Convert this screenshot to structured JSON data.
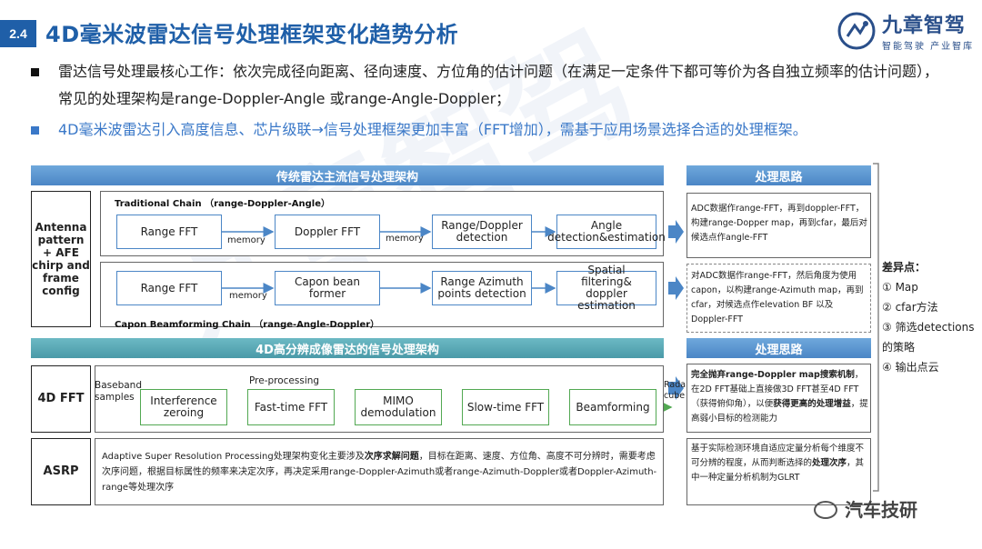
{
  "header": {
    "section_number": "2.4",
    "title": "4D毫米波雷达信号处理框架变化趋势分析",
    "logo_brand": "九章智驾",
    "logo_slogan": "智能驾驶 产业智库"
  },
  "bullets": [
    "雷达信号处理最核心工作：依次完成径向距离、径向速度、方位角的估计问题（在满足一定条件下都可等价为各自独立频率的估计问题），常见的处理架构是range-Doppler-Angle 或range-Angle-Doppler；",
    "4D毫米波雷达引入高度信息、芯片级联→信号处理框架更加丰富（FFT增加），需基于应用场景选择合适的处理框架。"
  ],
  "traditional": {
    "bar_title": "传统雷达主流信号处理架构",
    "side_title": "处理思路",
    "left_label": "Antenna pattern + AFE chirp and frame config",
    "chain1_title": "Traditional Chain （range-Doppler-Angle）",
    "chain1": [
      "Range FFT",
      "Doppler FFT",
      "Range/Doppler detection",
      "Angle detection&estimation"
    ],
    "chain1_mem": [
      "memory",
      "memory"
    ],
    "chain2_title": "Capon Beamforming Chain （range-Angle-Doppler）",
    "chain2": [
      "Range FFT",
      "Capon bean former",
      "Range Azimuth points detection",
      "Spatial filtering& doppler estimation"
    ],
    "chain2_mem": [
      "memory"
    ],
    "note1": "ADC数据作range-FFT，再到doppler-FFT，构建range-Dopper map，再到cfar，最后对候选点作angle-FFT",
    "note2": "对ADC数据作range-FFT，然后角度为使用capon，以构建range-Azimuth map，再到cfar，对候选点作elevation BF 以及Doppler-FFT"
  },
  "differences": {
    "title": "差异点：",
    "items": [
      "① Map",
      "② cfar方法",
      "③ 筛选detections的策略",
      "④ 输出点云"
    ]
  },
  "fourd": {
    "bar_title": "4D高分辨成像雷达的信号处理架构",
    "side_title": "处理思路",
    "label_4dfft": "4D FFT",
    "label_asrp": "ASRP",
    "input_label": "Baseband samples",
    "preproc_label": "Pre-processing",
    "output_label": "Radar cube",
    "chain": [
      "Interference zeroing",
      "Fast-time FFT",
      "MIMO demodulation",
      "Slow-time FFT",
      "Beamforming"
    ],
    "note_4dfft_bold1": "完全抛弃range-Doppler map搜索机制",
    "note_4dfft_mid": "，在2D FFT基础上直接做3D FFT甚至4D FFT（获得俯仰角），以便",
    "note_4dfft_bold2": "获得更高的处理增益",
    "note_4dfft_end": "，提高弱小目标的检测能力",
    "asrp_text_a": "Adaptive Super Resolution Processing处理架构变化主要涉及",
    "asrp_text_bold": "次序求解问题",
    "asrp_text_b": "，目标在距离、速度、方位角、高度不可分辨时，需要考虑次序问题，根据目标属性的频率来决定次序，再决定采用range-Doppler-Azimuth或者range-Azimuth-Doppler或者Doppler-Azimuth-range等处理次序",
    "note_asrp_a": "基于实际检测环境自适应定量分析每个维度不可分辨的程度，从而判断选择的",
    "note_asrp_bold": "处理次序",
    "note_asrp_b": "，其中一种定量分析机制为GLRT"
  },
  "footer": {
    "wechat_name": "汽车技研"
  },
  "colors": {
    "title_blue": "#1f5fa8",
    "accent_blue": "#4b86c6",
    "teal": "#4a9aa8",
    "green": "#52a852"
  }
}
